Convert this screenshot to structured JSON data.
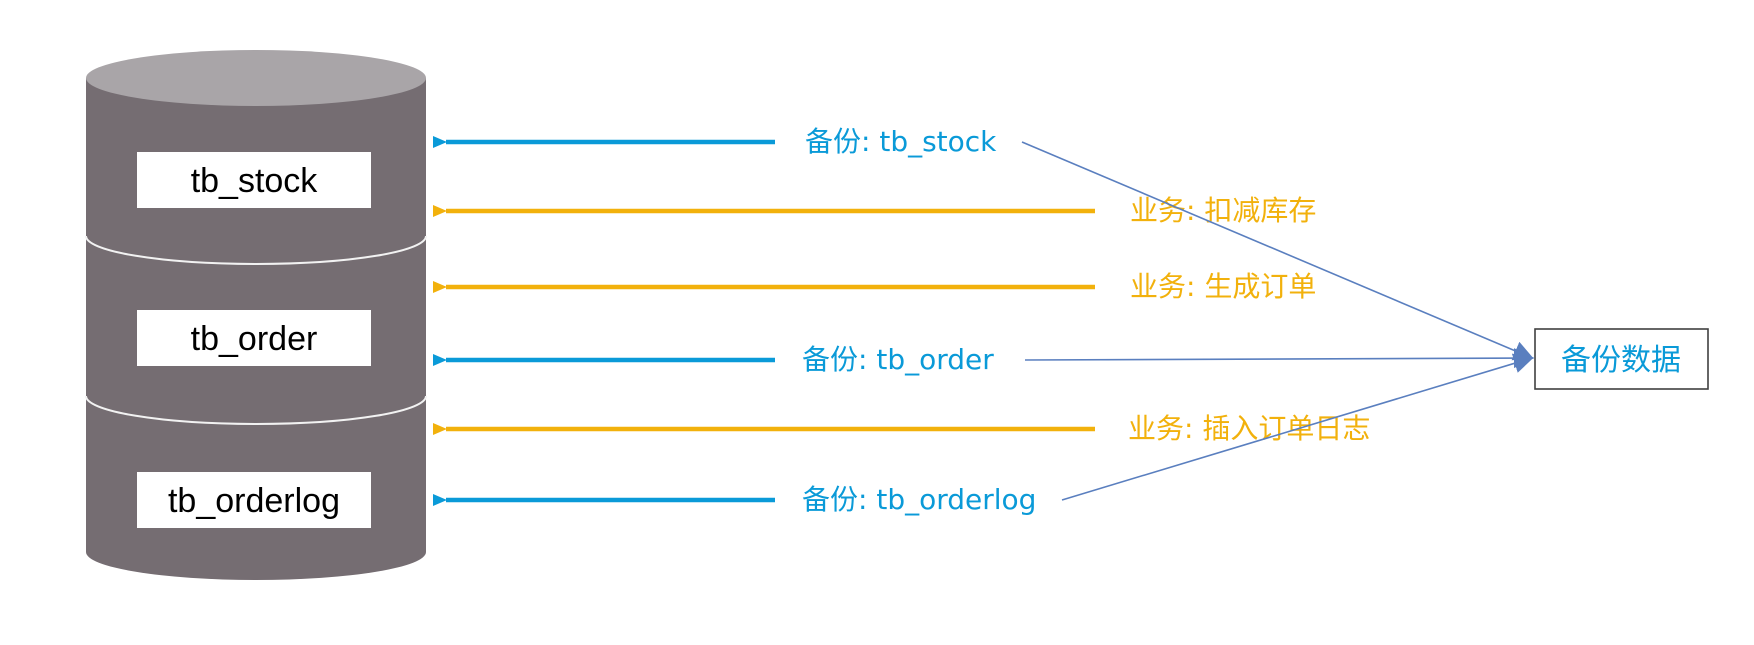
{
  "colors": {
    "cylinder_body": "#756D72",
    "cylinder_top": "#A9A5A8",
    "cylinder_divider": "#F2F2F2",
    "label_box": "#FFFFFF",
    "backup": "#0A9AD8",
    "business": "#F2B10C",
    "connector": "#5A7FBF",
    "target_border": "#404040"
  },
  "database": {
    "tables": [
      {
        "name": "tb_stock"
      },
      {
        "name": "tb_order"
      },
      {
        "name": "tb_orderlog"
      }
    ]
  },
  "arrows": [
    {
      "type": "backup",
      "label": "备份: tb_stock"
    },
    {
      "type": "business",
      "label": "业务: 扣减库存"
    },
    {
      "type": "business",
      "label": "业务: 生成订单"
    },
    {
      "type": "backup",
      "label": "备份: tb_order"
    },
    {
      "type": "business",
      "label": "业务: 插入订单日志"
    },
    {
      "type": "backup",
      "label": "备份: tb_orderlog"
    }
  ],
  "target": {
    "label": "备份数据"
  }
}
